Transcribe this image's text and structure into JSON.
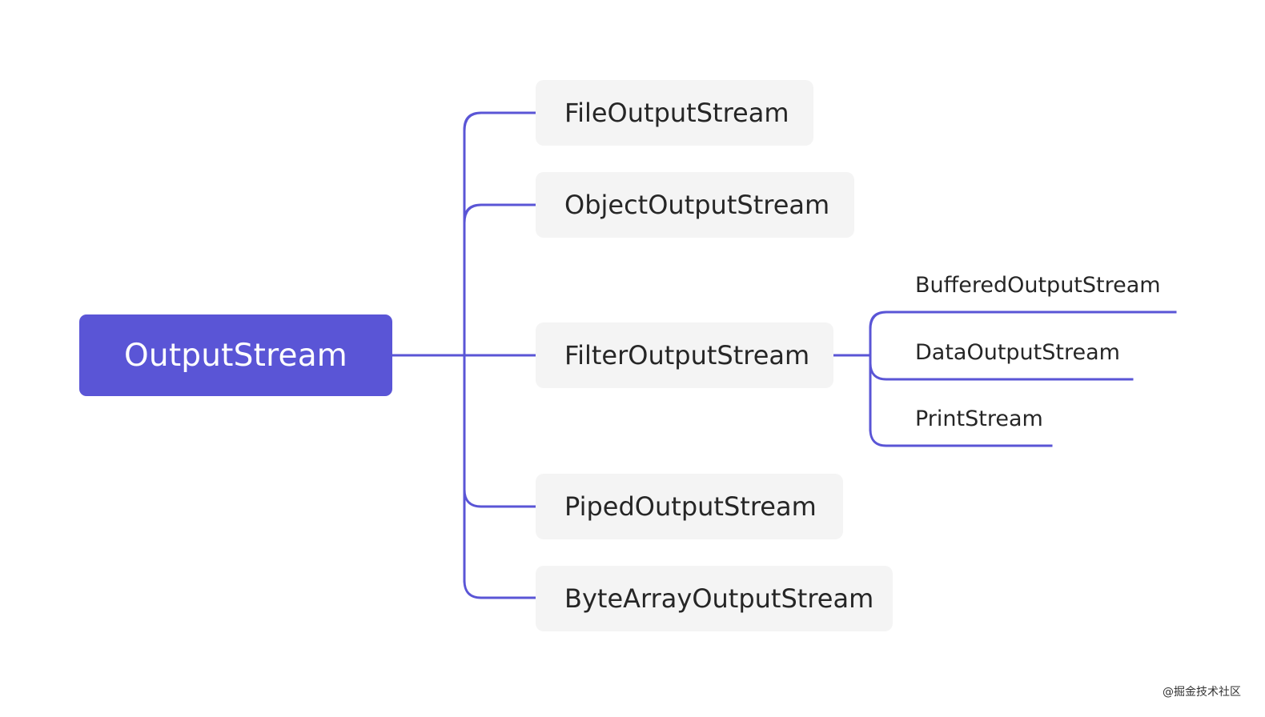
{
  "diagram": {
    "accent_color": "#5a55d6",
    "root": {
      "label": "OutputStream"
    },
    "children": [
      {
        "label": "FileOutputStream"
      },
      {
        "label": "ObjectOutputStream"
      },
      {
        "label": "FilterOutputStream"
      },
      {
        "label": "PipedOutputStream"
      },
      {
        "label": "ByteArrayOutputStream"
      }
    ],
    "filter_children": [
      {
        "label": "BufferedOutputStream"
      },
      {
        "label": "DataOutputStream"
      },
      {
        "label": "PrintStream"
      }
    ]
  },
  "watermark": {
    "text": "@掘金技术社区"
  }
}
